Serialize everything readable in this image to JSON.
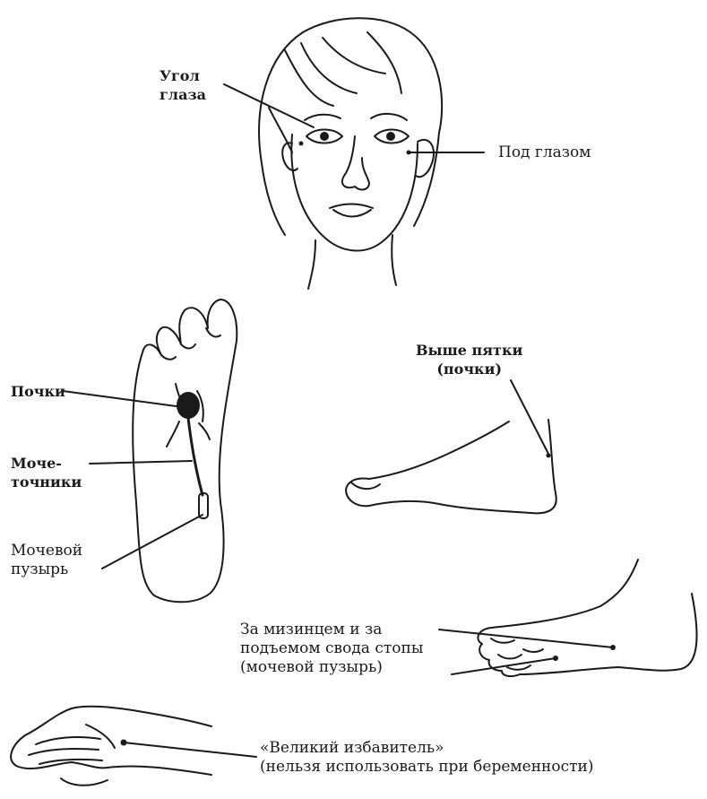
{
  "labels": {
    "eye_corner": [
      "Угол",
      "глаза"
    ],
    "under_eye": "Под глазом",
    "kidneys": "Почки",
    "ureters": [
      "Моче-",
      "точники"
    ],
    "bladder": [
      "Мочевой",
      "пузырь"
    ],
    "above_heel": [
      "Выше пятки",
      "(почки)"
    ],
    "little_toe": [
      "За мизинцем и за",
      "подъемом свода стопы",
      "(мочевой пузырь)"
    ],
    "great_eliminator": [
      "«Великий  избавитель»",
      "(нельзя использовать при беременности)"
    ]
  },
  "colors": {
    "ink": "#1a1a1a",
    "background": "#ffffff"
  }
}
